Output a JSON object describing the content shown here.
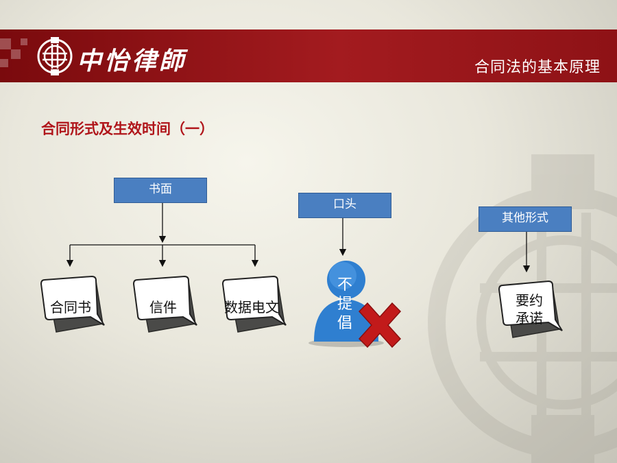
{
  "header": {
    "brand_text": "中怡律師",
    "title": "合同法的基本原理",
    "accent_color": "#a31b1f"
  },
  "section": {
    "title": "合同形式及生效时间（一）"
  },
  "diagram": {
    "written": {
      "label": "书面",
      "children": [
        "合同书",
        "信件",
        "数据电文"
      ]
    },
    "oral": {
      "label": "口头",
      "person_text": [
        "不",
        "提",
        "倡"
      ]
    },
    "other": {
      "label": "其他形式",
      "child_lines": [
        "要约",
        "承诺"
      ]
    },
    "box_color": "#4a7fc1"
  }
}
